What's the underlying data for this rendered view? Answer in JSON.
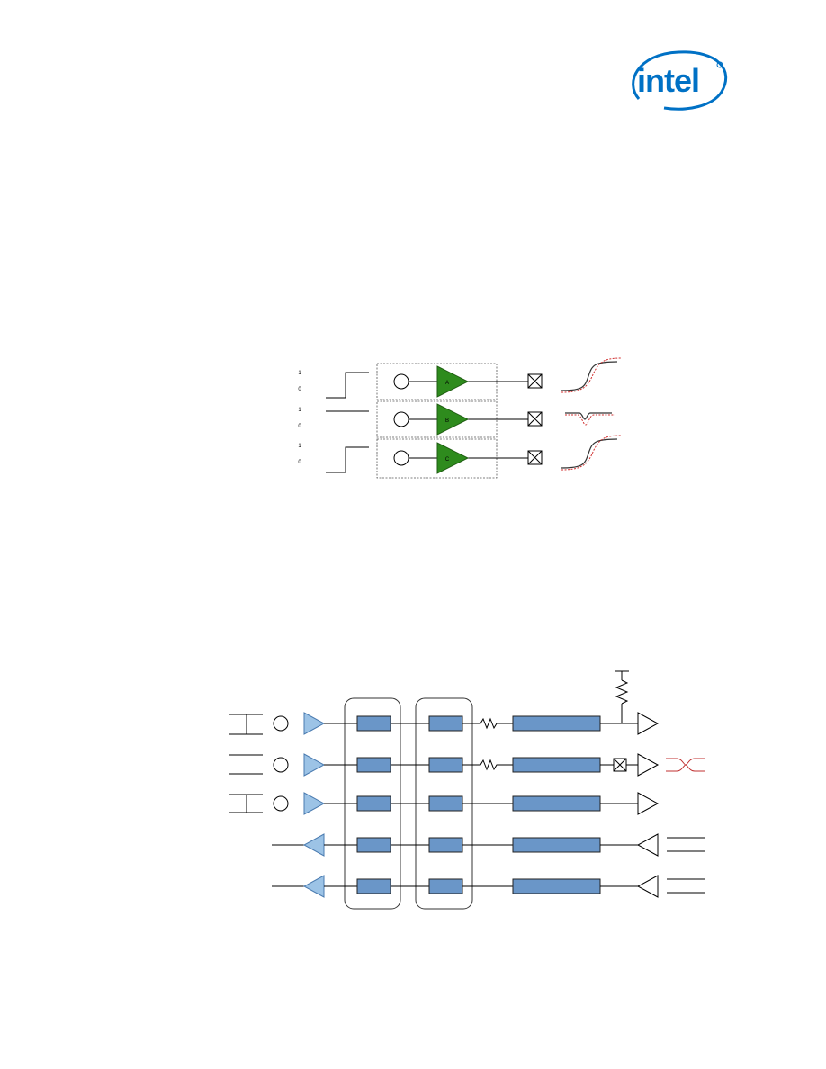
{
  "logo": {
    "text": "intel",
    "color": "#0071c5"
  },
  "diagram1": {
    "rows": [
      {
        "input_labels": [
          "1",
          "0"
        ],
        "amp_label": "A"
      },
      {
        "input_labels": [
          "1",
          "0"
        ],
        "amp_label": "B"
      },
      {
        "input_labels": [
          "1",
          "0"
        ],
        "amp_label": "C"
      }
    ],
    "colors": {
      "amplifier": "#2e8b1d",
      "dotted_waveform": "#d03030"
    }
  },
  "diagram2": {
    "row_count": 5,
    "colors": {
      "buffer": "#9cc3e6",
      "block": "#6a96c8",
      "red_wave": "#c03030"
    }
  }
}
